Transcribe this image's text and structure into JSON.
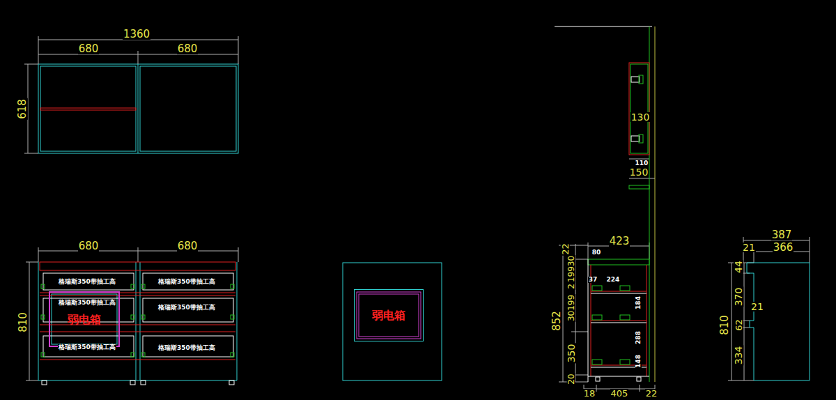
{
  "diagram": {
    "nodes": [
      {
        "text": [
          "弱电箱"
        ]
      },
      {
        "text": [
          "弱电箱"
        ]
      }
    ],
    "labels": [
      "1360",
      "680",
      "680",
      "618",
      "680",
      "680",
      "810",
      "格瑞斯350带抽工高",
      "格瑞斯350带抽工高",
      "格瑞斯350带抽工高",
      "格瑞斯350带抽工高",
      "格瑞斯350带抽工高",
      "格瑞斯350带抽工高",
      "130",
      "110",
      "150",
      "423",
      "22",
      "19930",
      "2",
      "30199",
      "350",
      "20",
      "852",
      "80",
      "37",
      "224",
      "184",
      "288",
      "148",
      "18",
      "405",
      "22",
      "387",
      "21",
      "366",
      "44",
      "370",
      "21",
      "62",
      "334",
      "810"
    ]
  }
}
